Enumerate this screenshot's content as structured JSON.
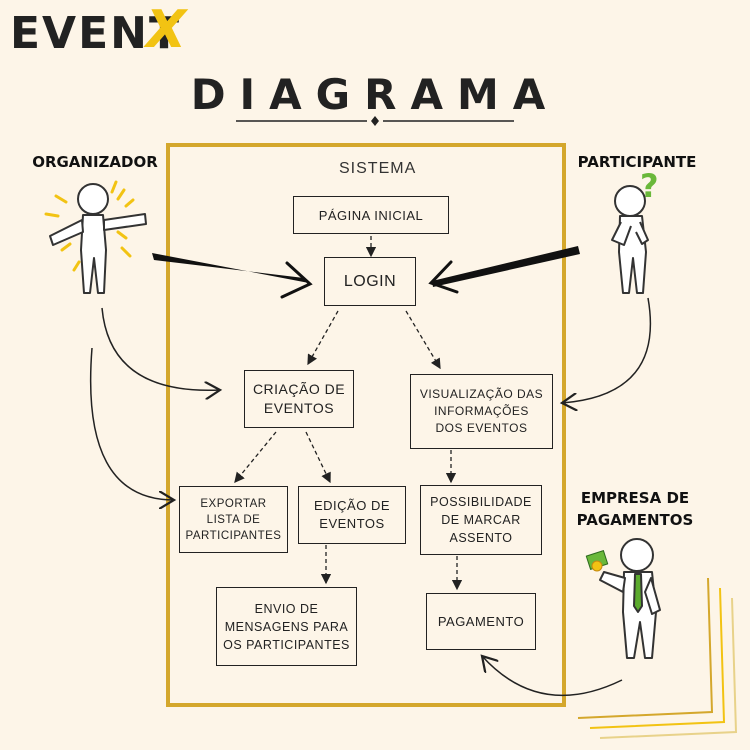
{
  "logo": {
    "word": "EVENT",
    "x": "X"
  },
  "title": "DIAGRAMA",
  "system_label": "SISTEMA",
  "actors": {
    "organizer": "ORGANIZADOR",
    "participant": "PARTICIPANTE",
    "payments": "EMPRESA DE\nPAGAMENTOS",
    "question_mark": "?"
  },
  "boxes": {
    "home": "PÁGINA INICIAL",
    "login": "LOGIN",
    "create": "CRIAÇÃO DE\nEVENTOS",
    "view": "VISUALIZAÇÃO DAS\nINFORMAÇÕES\nDOS EVENTOS",
    "export": "EXPORTAR\nLISTA DE\nPARTICIPANTES",
    "edit": "EDIÇÃO DE\nEVENTOS",
    "seat": "POSSIBILIDADE\nDE MARCAR\nASSENTO",
    "messages": "ENVIO DE\nMENSAGENS PARA\nOS PARTICIPANTES",
    "payment": "PAGAMENTO"
  },
  "colors": {
    "accent": "#f2c313",
    "frame": "#d4a72c",
    "ink": "#222222",
    "background": "#fdf5e8",
    "tie": "#5cab2e",
    "question": "#6ab83a"
  }
}
